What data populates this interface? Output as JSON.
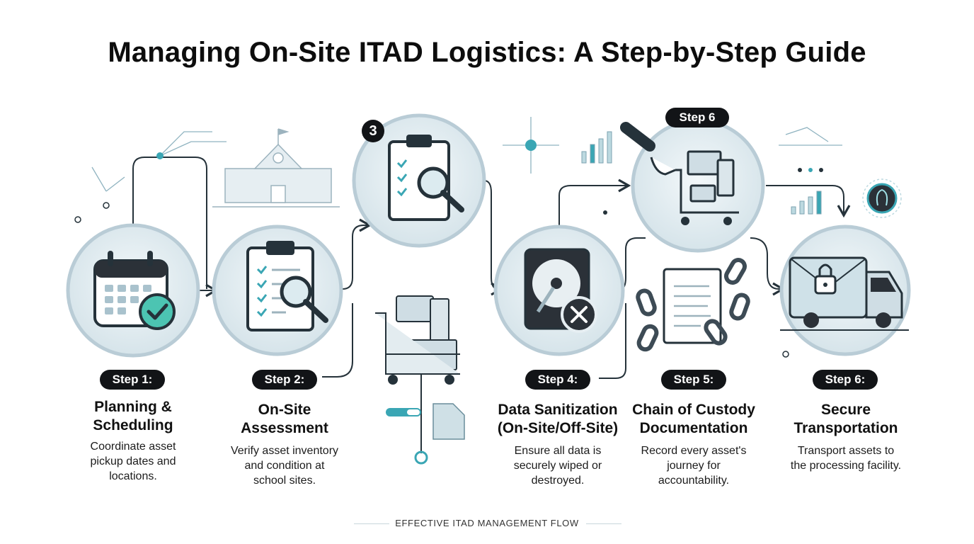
{
  "title": "Managing On-Site ITAD Logistics: A Step-by-Step Guide",
  "footer": "EFFECTIVE ITAD MANAGEMENT FLOW",
  "badges": {
    "top_three": "3",
    "top_step6": "Step 6"
  },
  "steps": [
    {
      "pill": "Step 1:",
      "title": "Planning &\nScheduling",
      "desc": "Coordinate asset\npickup dates and\nlocations.",
      "icon": "calendar-check-icon"
    },
    {
      "pill": "Step 2:",
      "title": "On-Site\nAssessment",
      "desc": "Verify asset inventory\nand condition at\nschool sites.",
      "icon": "clipboard-magnifier-icon"
    },
    {
      "pill": "Step 4:",
      "title": "Data Sanitization\n(On-Site/Off-Site)",
      "desc": "Ensure all data is\nsecurely wiped or\ndestroyed.",
      "icon": "hard-drive-wipe-icon"
    },
    {
      "pill": "Step 5:",
      "title": "Chain of Custody\nDocumentation",
      "desc": "Record every asset's\njourney for\naccountability.",
      "icon": "document-chain-icon"
    },
    {
      "pill": "Step 6:",
      "title": "Secure\nTransportation",
      "desc": "Transport assets to\nthe processing facility.",
      "icon": "locked-truck-icon"
    }
  ],
  "colors": {
    "accent": "#3aa6b4",
    "check_green": "#4cc4b2",
    "circle_fill": "#e4eef3",
    "circle_ring": "#b9ccd6",
    "dark": "#121417",
    "line": "#25323a"
  }
}
